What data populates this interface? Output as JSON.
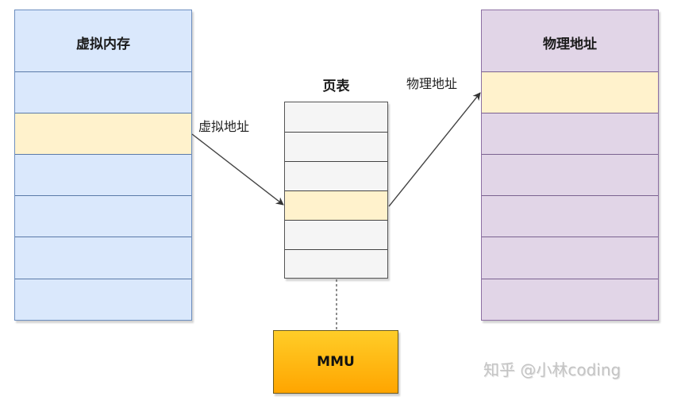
{
  "diagram": {
    "virtual_memory": {
      "title": "虚拟内存",
      "rows": 7,
      "highlighted_row": 2,
      "fill_color": "#dae8fc",
      "highlight_color": "#fff2cc"
    },
    "page_table": {
      "title": "页表",
      "rows": 6,
      "highlighted_row": 3,
      "fill_color": "#f5f5f5",
      "highlight_color": "#fff2cc"
    },
    "physical_memory": {
      "title": "物理地址",
      "rows": 7,
      "highlighted_row": 1,
      "fill_color": "#e1d5e7",
      "highlight_color": "#fff2cc"
    },
    "mmu": {
      "label": "MMU",
      "gradient_top": "#ffcd28",
      "gradient_bottom": "#ffa500"
    },
    "arrows": [
      {
        "from": "virtual_memory.highlighted_row",
        "to": "page_table.highlighted_row",
        "label": "虚拟地址"
      },
      {
        "from": "page_table.highlighted_row",
        "to": "physical_memory.highlighted_row",
        "label": "物理地址"
      }
    ],
    "connector": {
      "from": "page_table",
      "to": "mmu",
      "style": "dashed"
    }
  },
  "watermark": "知乎 @小林coding"
}
